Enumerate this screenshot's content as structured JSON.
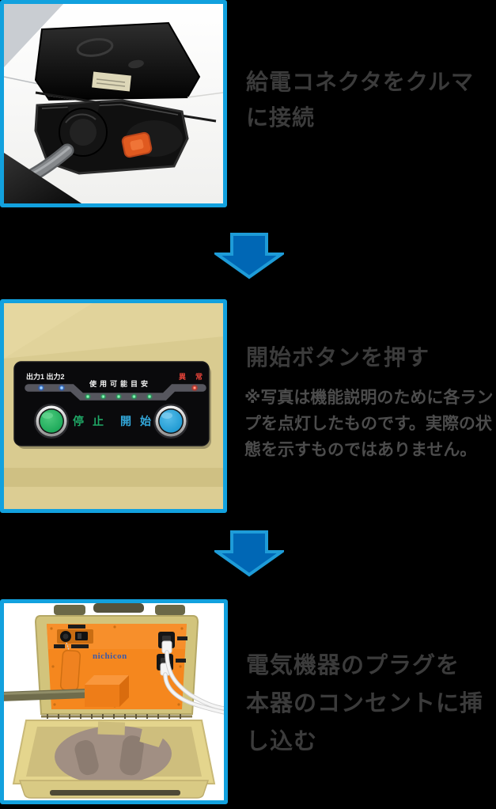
{
  "theme": {
    "page_bg": "#000000",
    "photo_border": "#12a1de",
    "arrow_fill": "#0067b5",
    "arrow_outline": "#1e9cd8",
    "heading_color": "#3b3b3b",
    "note_color": "#4c4c4c",
    "stop_green": "#1fa866",
    "start_blue": "#33a9dc",
    "alarm_red": "#e8443a",
    "brand_blue": "#3d5aa8"
  },
  "steps": [
    {
      "photo": "ev-charge-port-photo",
      "title_lines": [
        "給電コネクタをクルマ",
        "に接続"
      ]
    },
    {
      "photo": "control-panel-photo",
      "title": "開始ボタンを押す",
      "note_lines": [
        "※写真は機能説明のために各ラン",
        "プを点灯したものです。実際の状",
        "態を示すものではありません。"
      ],
      "panel": {
        "output_lamps_label": "出力1 出力2",
        "alarm_label": "異常",
        "gauge_label": "使用可能目安",
        "stop_label": "停止",
        "start_label": "開始"
      }
    },
    {
      "photo": "power-station-case-photo",
      "title_lines": [
        "電気機器のプラグを",
        "本器のコンセントに挿",
        "し込む"
      ],
      "brand_logo": "nichicon"
    }
  ]
}
